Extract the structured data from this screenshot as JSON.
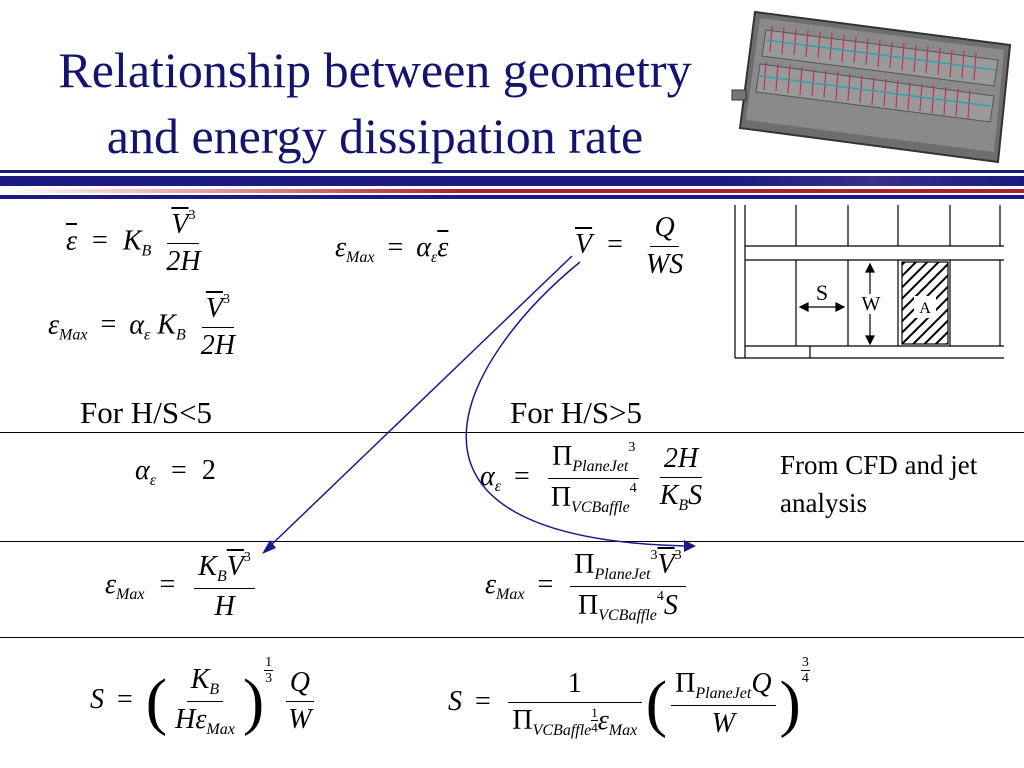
{
  "slide": {
    "title_line1": "Relationship between geometry",
    "title_line2": "and energy dissipation rate",
    "colors": {
      "title": "#14146e",
      "rule_navy": "#1a1a80",
      "rule_red": "#b0202a",
      "arrow": "#1a1a8a"
    }
  },
  "equations": {
    "eps_bar": {
      "lhs": "ε",
      "eq": "=",
      "coef": "K",
      "coef_sub": "B",
      "num": "V",
      "num_sup": "3",
      "den": "2H"
    },
    "eps_max_alpha": {
      "lhs": "ε",
      "lhs_sub": "Max",
      "eq": "=",
      "rhs": "α",
      "rhs_sub": "ε",
      "rhs2": "ε"
    },
    "v_bar": {
      "lhs": "V",
      "eq": "=",
      "num": "Q",
      "den": "WS"
    },
    "eps_max_full": {
      "lhs": "ε",
      "lhs_sub": "Max",
      "eq": "=",
      "a": "α",
      "a_sub": "ε",
      "coef": "K",
      "coef_sub": "B",
      "num": "V",
      "num_sup": "3",
      "den": "2H"
    }
  },
  "headings": {
    "left": "For H/S<5",
    "right": "For H/S>5"
  },
  "row1": {
    "left": {
      "lhs": "α",
      "lhs_sub": "ε",
      "eq": "=",
      "rhs": "2"
    },
    "right": {
      "lhs": "α",
      "lhs_sub": "ε",
      "eq": "=",
      "pi": "Π",
      "top_sub": "PlaneJet",
      "top_sup": "3",
      "bot_sub": "VCBaffle",
      "bot_sup": "4",
      "num2": "2H",
      "den2": "K",
      "den2_sub": "B",
      "den2_tail": "S"
    },
    "note": "From CFD and jet analysis"
  },
  "row2": {
    "left": {
      "lhs": "ε",
      "lhs_sub": "Max",
      "eq": "=",
      "num": "K",
      "num_sub": "B",
      "num_v": "V",
      "num_sup": "3",
      "den": "H"
    },
    "right": {
      "lhs": "ε",
      "lhs_sub": "Max",
      "eq": "=",
      "pi": "Π",
      "top_sub": "PlaneJet",
      "top_sup": "3",
      "num_v": "V",
      "num_sup": "3",
      "bot_sub": "VCBaffle",
      "bot_sup": "4",
      "den_tail": "S"
    }
  },
  "row3": {
    "left": {
      "lhs": "S",
      "eq": "=",
      "num": "K",
      "num_sub": "B",
      "den": "H",
      "den_e": "ε",
      "den_sub": "Max",
      "outer_sup_num": "1",
      "outer_sup_den": "3",
      "num2": "Q",
      "den2": "W"
    },
    "right": {
      "lhs": "S",
      "eq": "=",
      "num": "1",
      "den_pi": "Π",
      "den_sub": "VCBaffle",
      "den_sup_num": "1",
      "den_sup_den": "4",
      "den_e": "ε",
      "den_e_sub": "Max",
      "p_num_pi": "Π",
      "p_num_sub": "PlaneJet",
      "p_num_tail": "Q",
      "p_den": "W",
      "outer_sup_num": "3",
      "outer_sup_den": "4"
    }
  },
  "diagram": {
    "label_s": "S",
    "label_w": "W",
    "label_a": "A"
  }
}
